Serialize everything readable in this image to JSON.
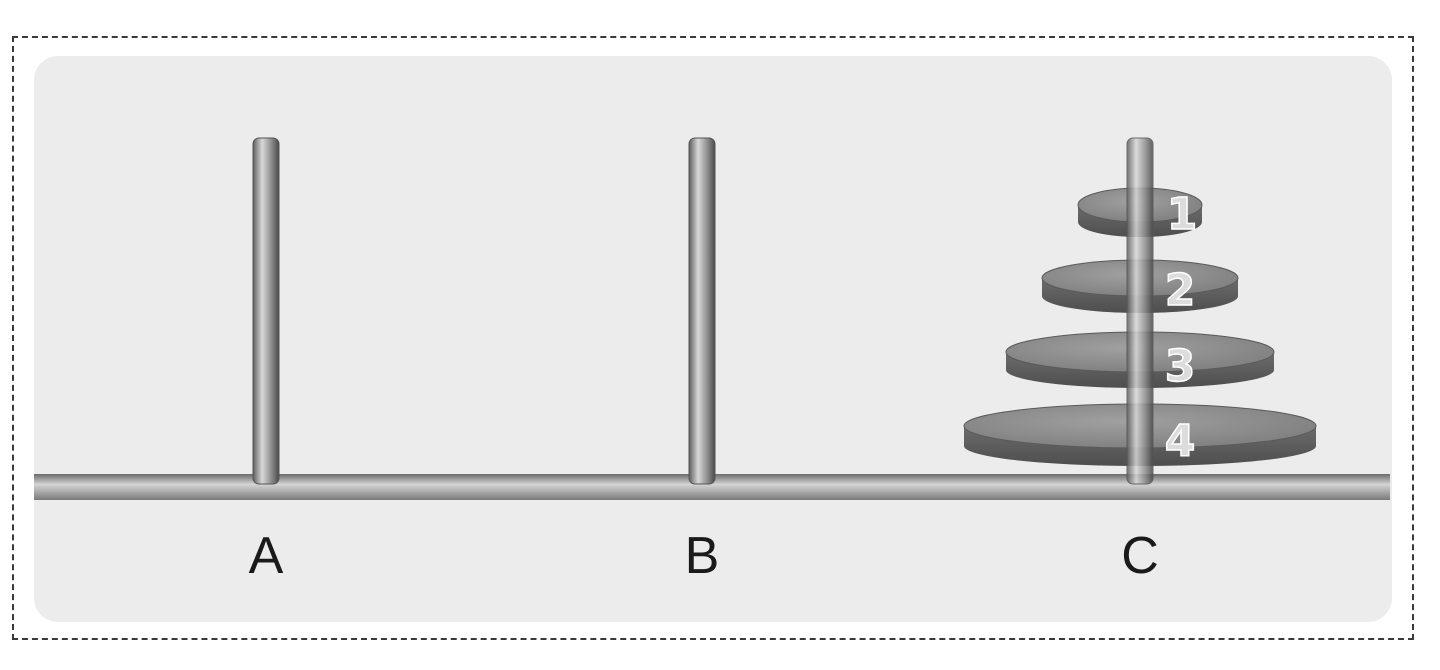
{
  "puzzle": {
    "pegs": [
      {
        "label": "A",
        "disks": []
      },
      {
        "label": "B",
        "disks": []
      },
      {
        "label": "C",
        "disks": [
          "1",
          "2",
          "3",
          "4"
        ]
      }
    ]
  },
  "colors": {
    "panel": "#ededed",
    "disk_top": "#8a8a8a",
    "disk_side": "#5c5c5c",
    "rod": "#7a7a7a",
    "base": "#9a9a9a"
  }
}
